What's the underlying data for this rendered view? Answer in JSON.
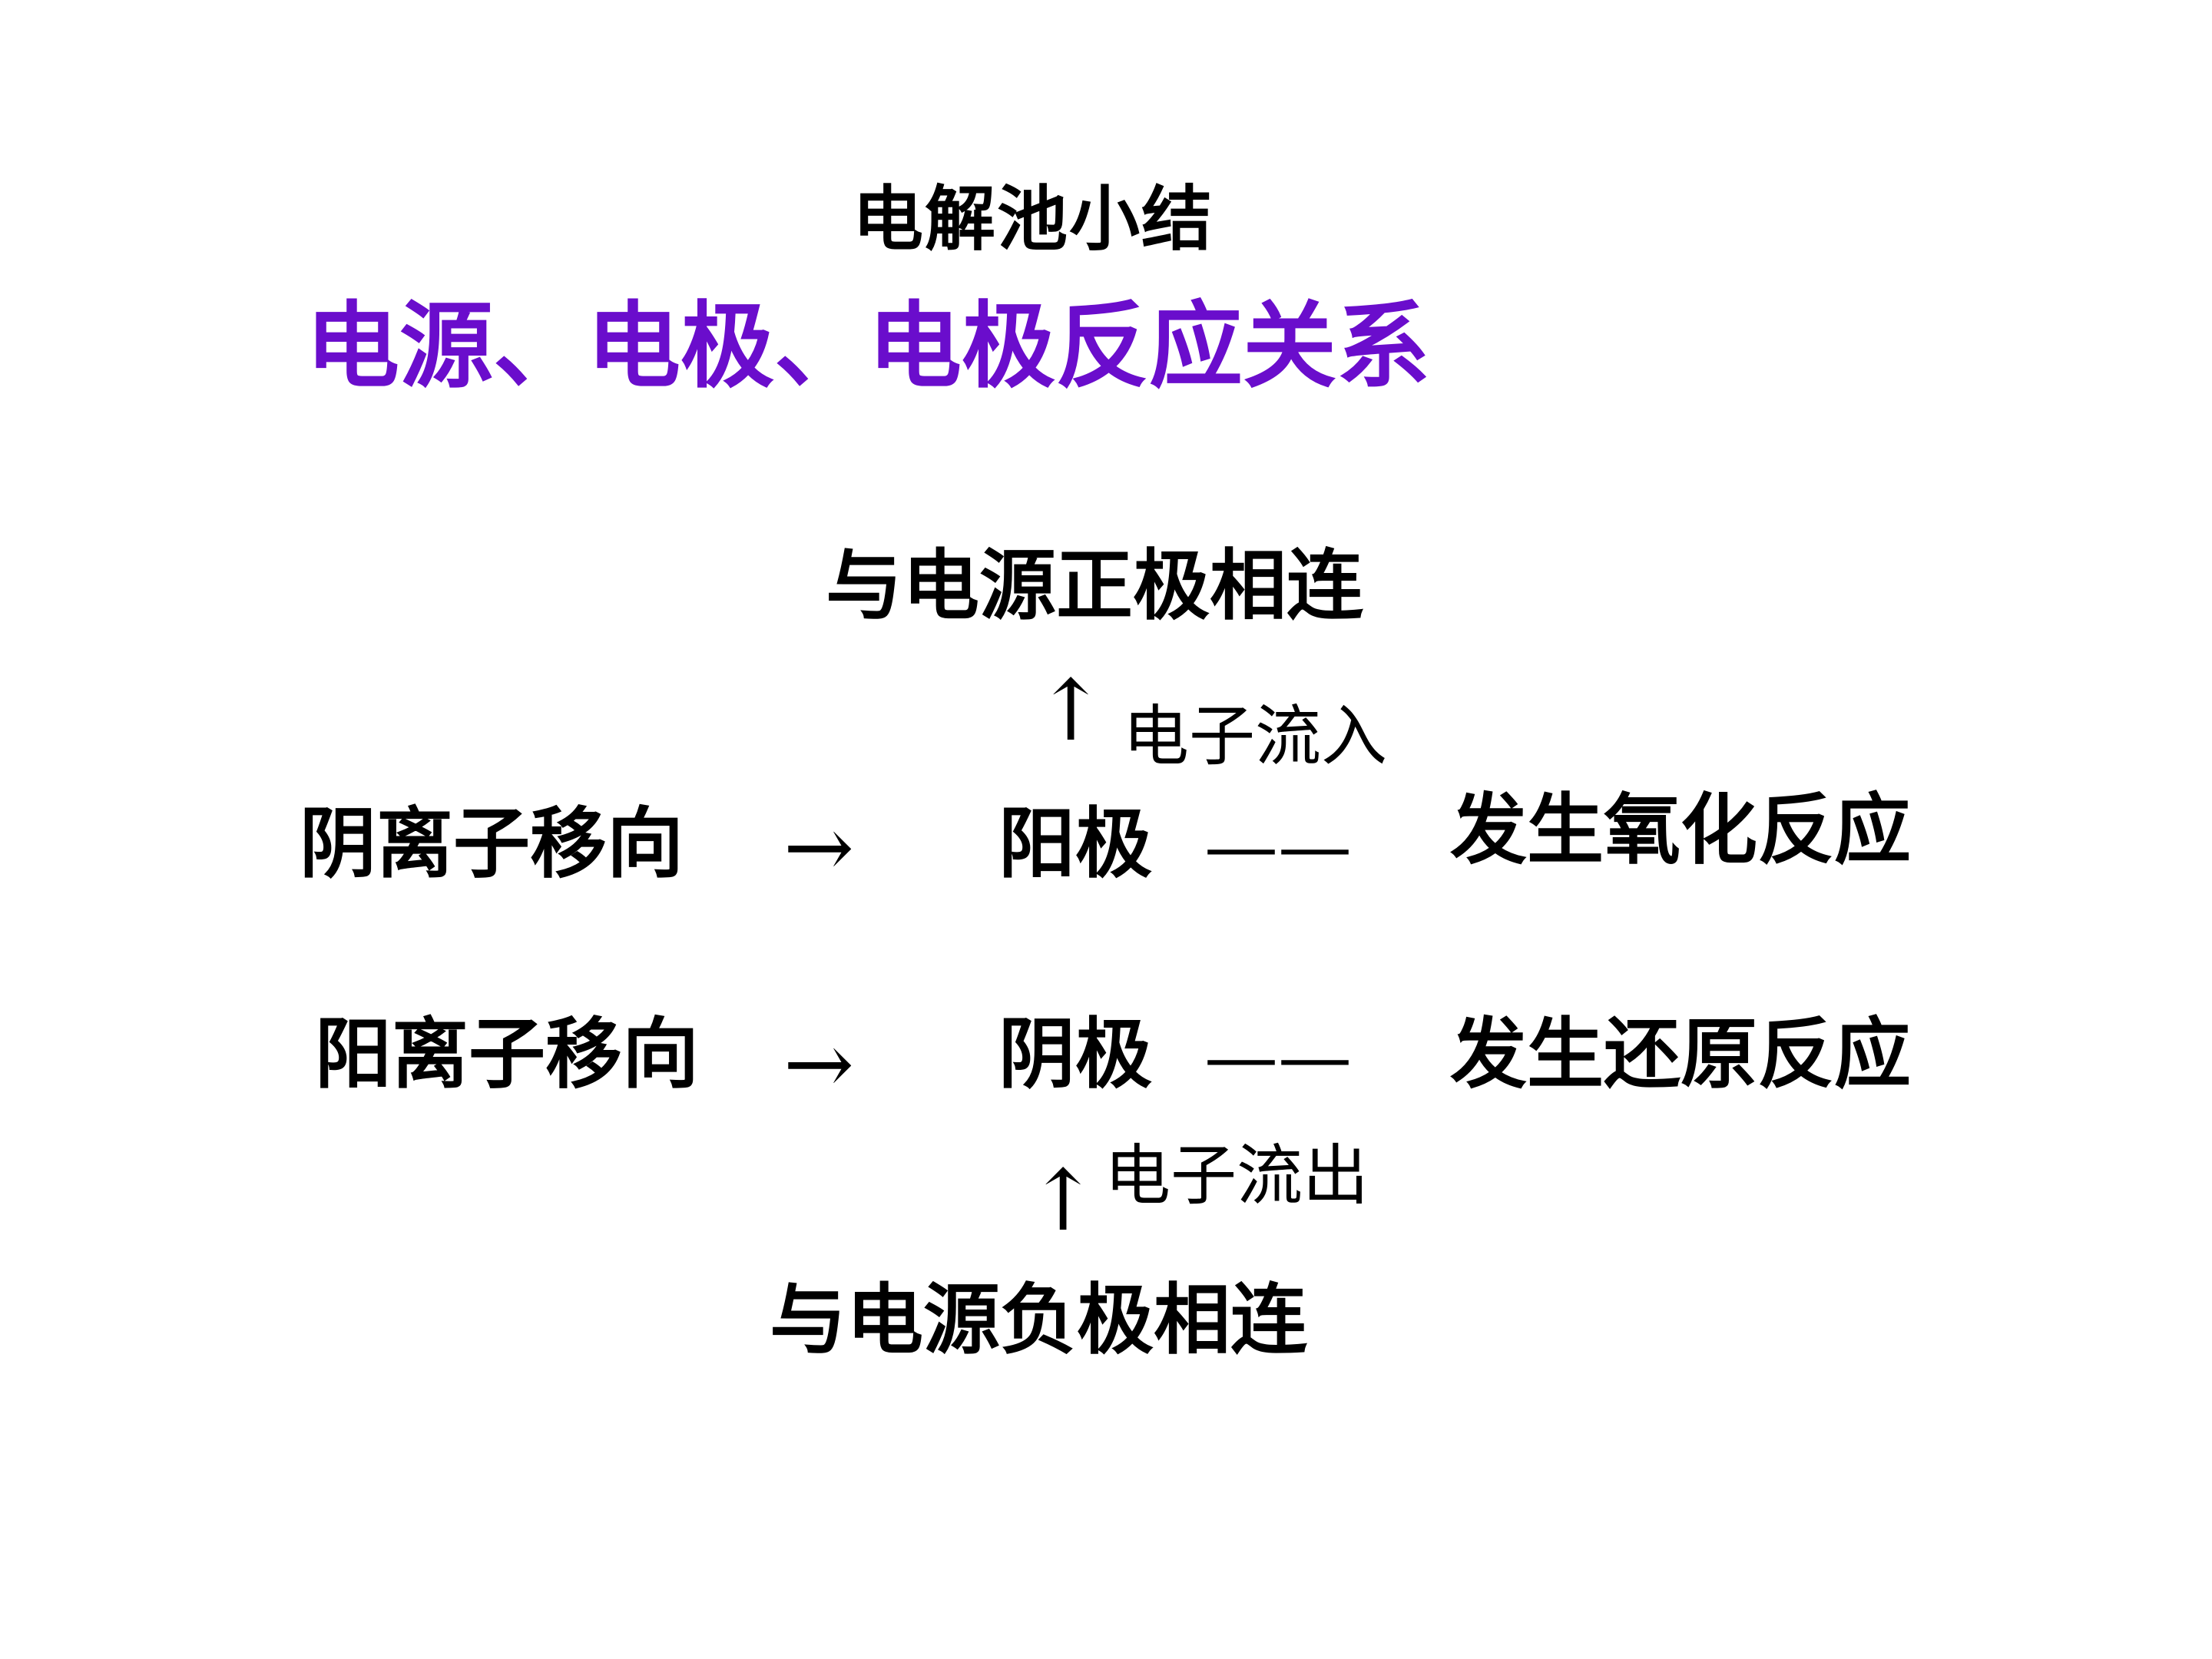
{
  "title": "电解池小结",
  "subtitle": "电源、电极、电极反应关系",
  "subtitle_color": "#6a0dcc",
  "diagram": {
    "positive_connection": "与电源正极相连",
    "electron_in": "电子流入",
    "anion_move": "阴离子移向",
    "anode": "阳极",
    "oxidation": "发生氧化反应",
    "cation_move": "阳离子移向",
    "cathode": "阴极",
    "reduction": "发生还原反应",
    "electron_out": "电子流出",
    "negative_connection": "与电源负极相连",
    "arrow_up": "↑",
    "arrow_right": "→",
    "dash": "——"
  }
}
